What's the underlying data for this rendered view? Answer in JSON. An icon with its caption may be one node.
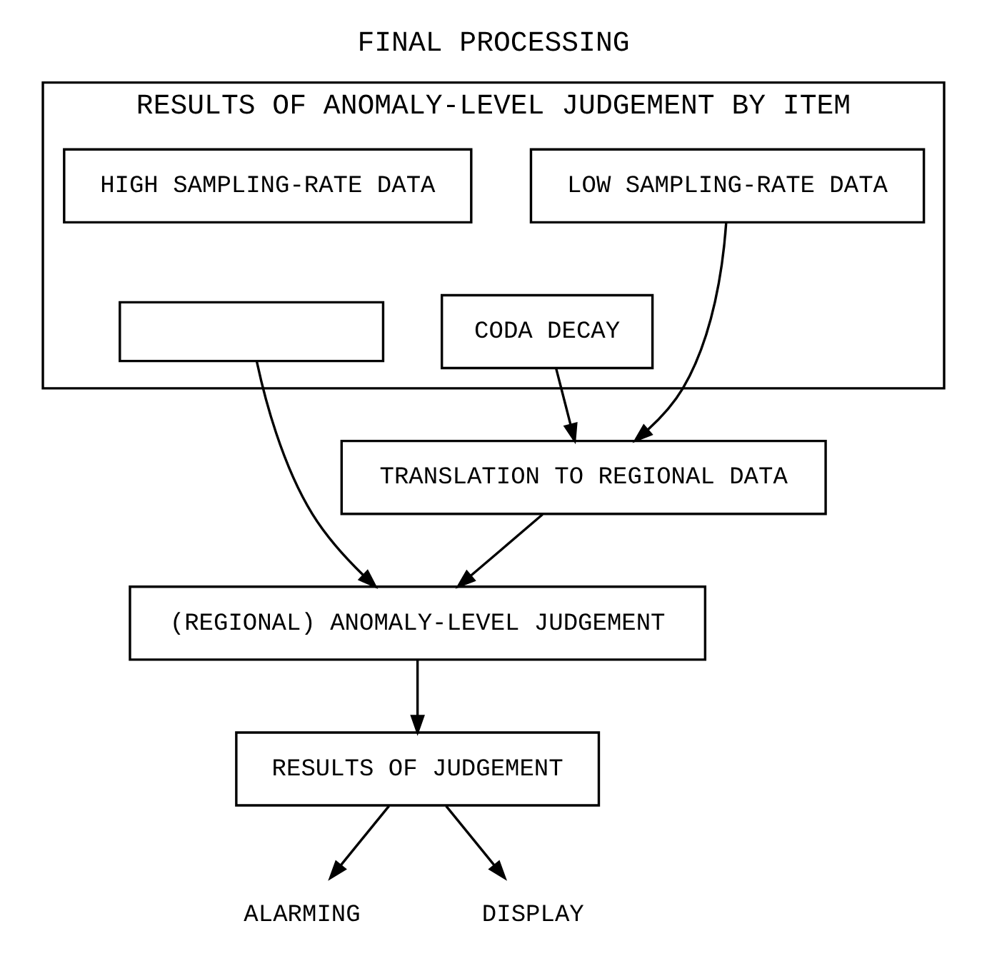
{
  "diagram": {
    "title": "FINAL PROCESSING",
    "nodes": [
      {
        "text": [
          "RESULTS OF ANOMALY-LEVEL JUDGEMENT BY ITEM"
        ]
      },
      {
        "text": [
          "HIGH SAMPLING-RATE DATA"
        ],
        "in": 0
      },
      {
        "text": [
          "LOW SAMPLING-RATE DATA"
        ],
        "in": 0
      },
      {
        "text": [],
        "shape": "box",
        "in": 0
      },
      {
        "text": [
          "CODA DECAY"
        ],
        "in": 0
      },
      {
        "text": [
          "TRANSLATION TO REGIONAL DATA"
        ]
      },
      {
        "text": [
          "(REGIONAL) ANOMALY-LEVEL JUDGEMENT"
        ]
      },
      {
        "text": [
          "RESULTS OF JUDGEMENT"
        ]
      },
      {
        "text": [
          "ALARMING"
        ]
      },
      {
        "text": [
          "DISPLAY"
        ]
      }
    ],
    "edges": [
      {
        "from": 4,
        "to": 5,
        "arrow": "to"
      },
      {
        "from": 2,
        "to": 5,
        "arrow": "to"
      },
      {
        "from": 3,
        "to": 6,
        "arrow": "to"
      },
      {
        "from": 5,
        "to": 6,
        "arrow": "to"
      },
      {
        "from": 6,
        "to": 7,
        "arrow": "to"
      },
      {
        "from": 7,
        "to": 8,
        "arrow": "to"
      },
      {
        "from": 7,
        "to": 9,
        "arrow": "to"
      }
    ]
  }
}
